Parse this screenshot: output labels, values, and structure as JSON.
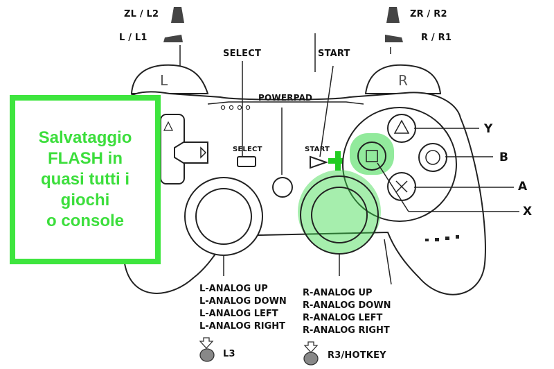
{
  "shoulder": {
    "zl_l2": "ZL / L2",
    "l_l1": "L / L1",
    "zr_r2": "ZR / R2",
    "r_r1": "R / R1"
  },
  "buttons": {
    "select": "SELECT",
    "start": "START",
    "powerpad": "POWERPAD",
    "select_on_body": "SELECT",
    "start_on_body": "START",
    "l_letter": "L",
    "r_letter": "R"
  },
  "face": {
    "y": "Y",
    "b": "B",
    "a": "A",
    "x": "X"
  },
  "left_stick": {
    "lines": [
      "L-ANALOG UP",
      "L-ANALOG DOWN",
      "L-ANALOG LEFT",
      "L-ANALOG RIGHT"
    ],
    "press": "L3"
  },
  "right_stick": {
    "lines": [
      "R-ANALOG UP",
      "R-ANALOG DOWN",
      "R-ANALOG LEFT",
      "R-ANALOG RIGHT"
    ],
    "press": "R3/HOTKEY"
  },
  "callout": {
    "lines": [
      "Salvataggio",
      "FLASH in",
      "quasi tutti i",
      "giochi",
      "o console"
    ],
    "color": "#3ee53e"
  },
  "colors": {
    "highlight": "#39d94a",
    "plus": "#22cc22"
  }
}
